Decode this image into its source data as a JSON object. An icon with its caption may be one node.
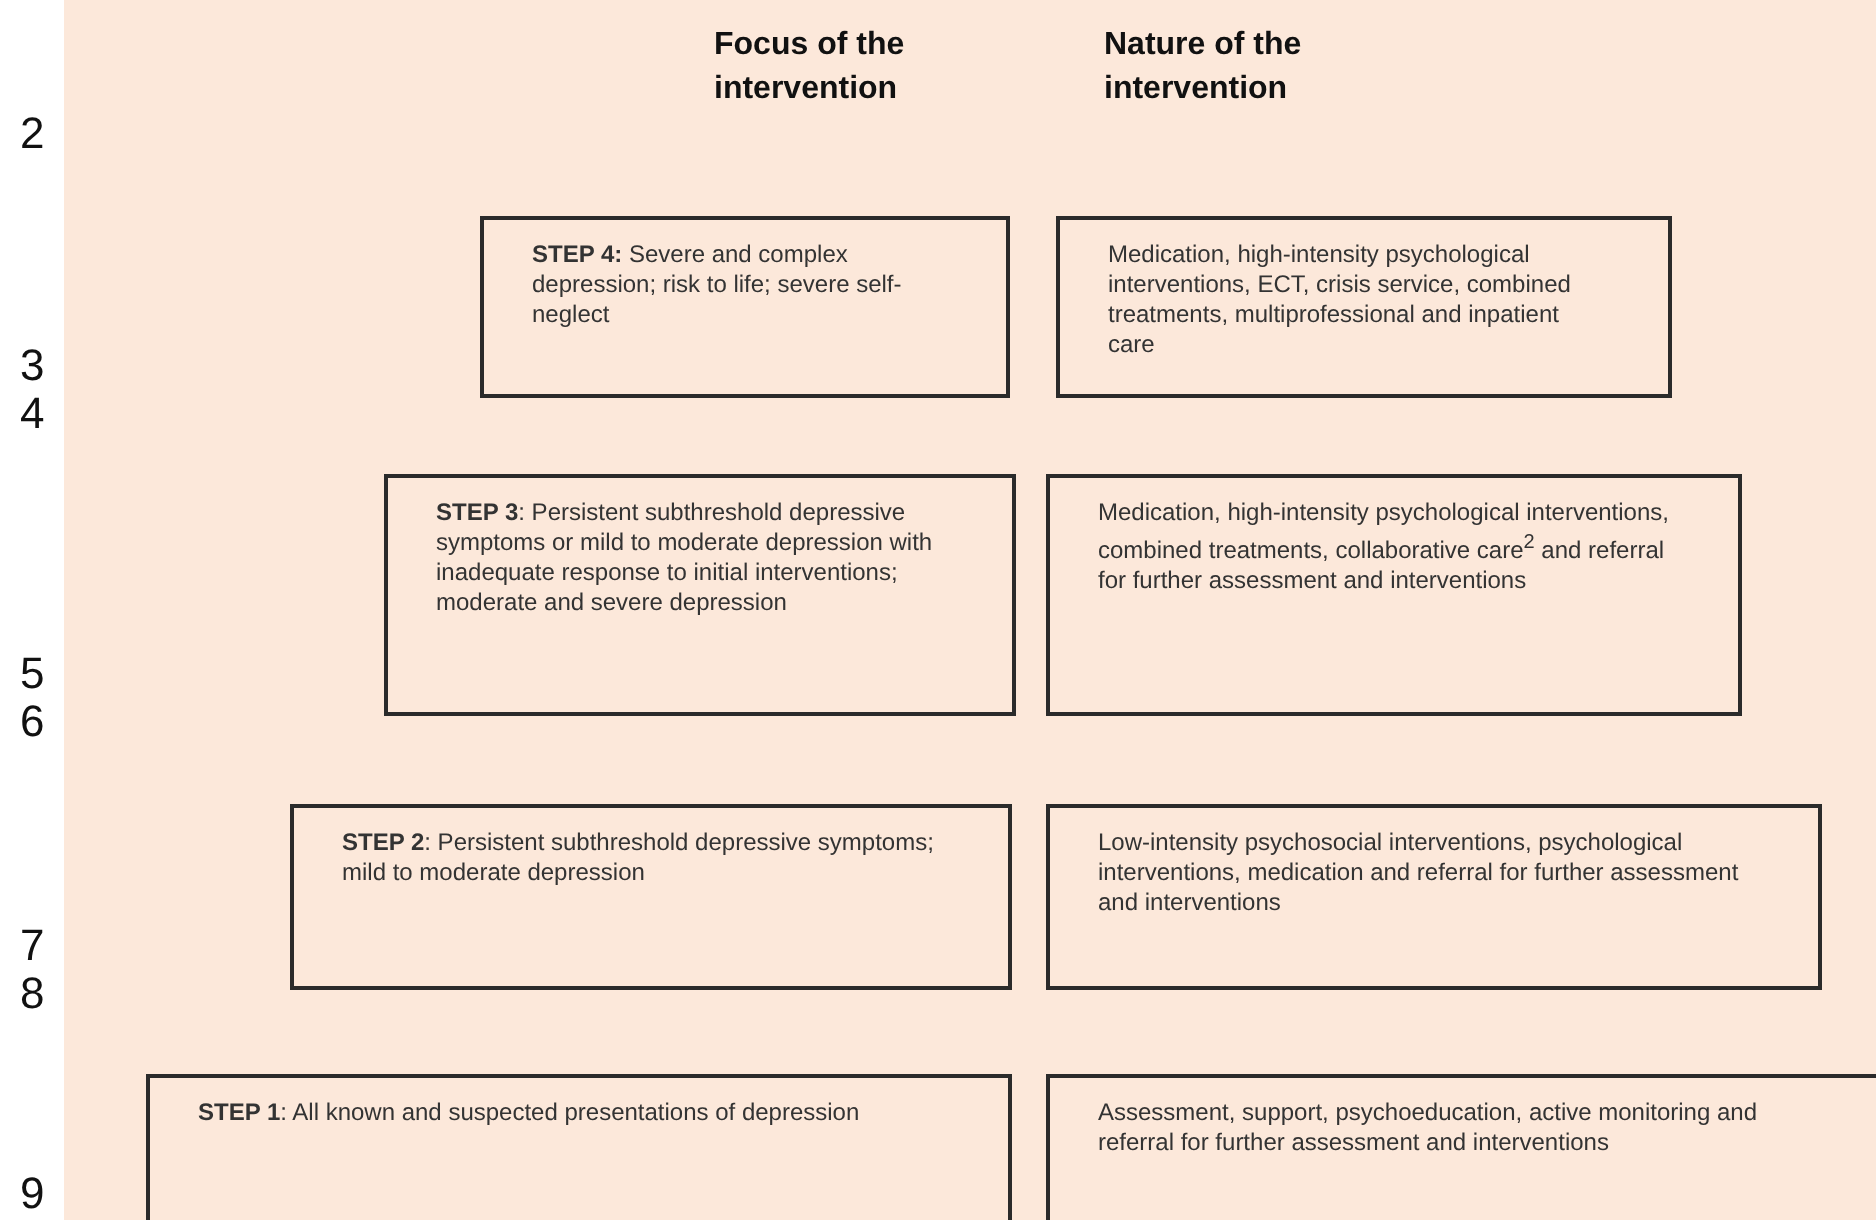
{
  "diagram": {
    "nodes": [
      {
        "text": [
          "**STEP 4:** Severe and complex depression; risk to life; severe self-neglect"
        ]
      },
      {
        "text": [
          "Medication, high-intensity psychological interventions, ECT, crisis service, combined treatments, multiprofessional and inpatient care"
        ]
      },
      {
        "text": [
          "**STEP 3**: Persistent subthreshold depressive symptoms or mild to moderate depression with inadequate response to initial interventions; moderate and severe depression"
        ]
      },
      {
        "text": [
          "Medication, high-intensity psychological interventions, combined treatments, collaborative care$^{2}$ and referral for further assessment and interventions"
        ]
      },
      {
        "text": [
          "**STEP 2**: Persistent subthreshold depressive symptoms; mild to moderate depression"
        ]
      },
      {
        "text": [
          "Low-intensity psychosocial interventions, psychological interventions, medication and referral for further assessment and interventions"
        ]
      },
      {
        "text": [
          "**STEP 1**: All known and suspected presentations of depression"
        ]
      },
      {
        "text": [
          "Assessment, support, psychoeducation, active monitoring and referral for further assessment and interventions"
        ]
      }
    ],
    "labels": [
      "Focus of the intervention",
      "Nature of the intervention",
      "2",
      "3",
      "4",
      "5",
      "6",
      "7",
      "8",
      "9"
    ]
  }
}
